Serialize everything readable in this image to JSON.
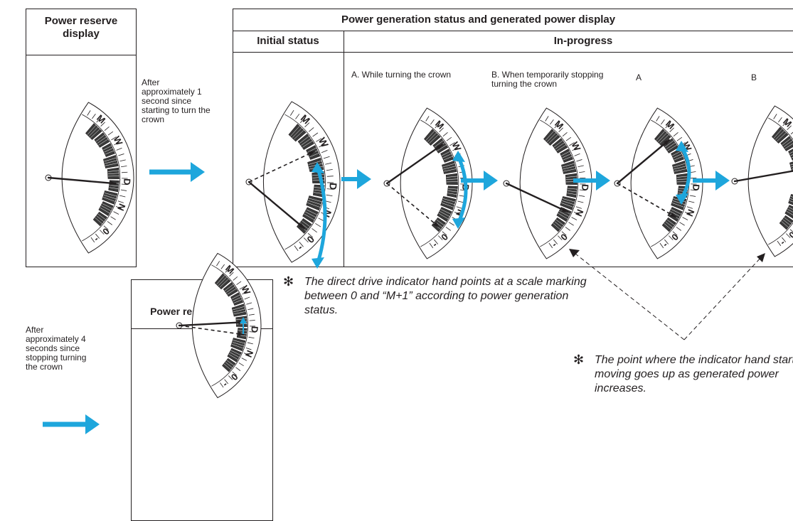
{
  "headers": {
    "power_reserve_top": "Power reserve display",
    "power_gen_status": "Power generation status and generated power display",
    "initial_status": "Initial status",
    "in_progress": "In-progress",
    "power_reserve_bottom": "Power reserve display"
  },
  "captions": {
    "after_1_second": "After approximately 1 second since starting to turn the crown",
    "after_4_seconds": "After approximately 4 seconds since stopping turning the crown",
    "a_while_turning": "A. While turning the crown",
    "b_when_stopping": "B. When temporarily stopping turning the crown",
    "a_short": "A",
    "b_short": "B"
  },
  "notes": {
    "star_symbol": "✻",
    "direct_drive_note": "The direct drive indicator hand points at a scale marking between 0 and “M+1” according to power generation status.",
    "indicator_hand_note": "The point where the indicator hand starts moving goes up as generated power increases."
  },
  "dial_labels": {
    "M": "M",
    "W": "W",
    "D": "D",
    "N": "N",
    "zero": "0",
    "plus": "+",
    "one": "1",
    "dash": "-"
  },
  "colors": {
    "accent_arrow": "#1ea6dc",
    "line": "#231f20",
    "hatch": "#3a3a3a"
  }
}
